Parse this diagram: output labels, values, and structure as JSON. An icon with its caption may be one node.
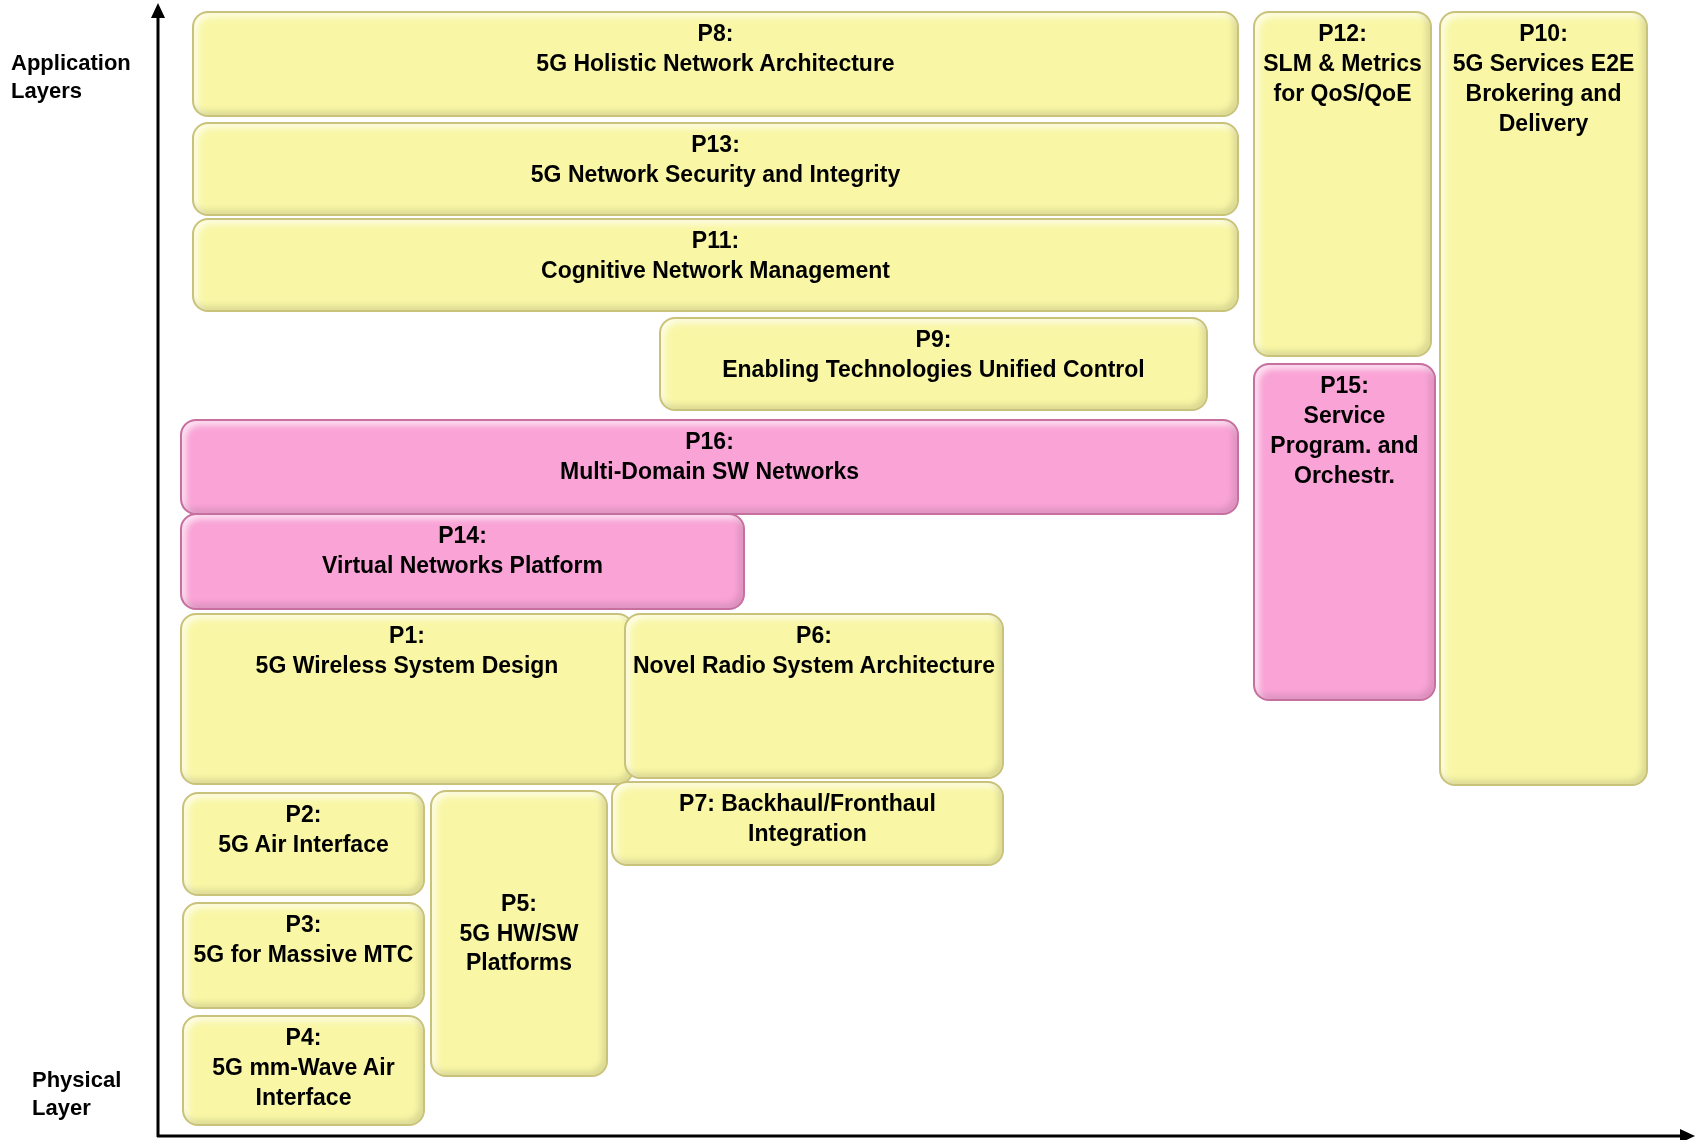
{
  "diagram": {
    "nodes": [
      {
        "text": [
          "P8:",
          "5G Holistic Network Architecture"
        ]
      },
      {
        "text": [
          "P12:",
          "SLM & Metrics for QoS/QoE"
        ]
      },
      {
        "text": [
          "P10:",
          "5G Services E2E Brokering and Delivery"
        ]
      },
      {
        "text": [
          "P13:",
          "5G Network Security and Integrity"
        ]
      },
      {
        "text": [
          "P11:",
          "Cognitive Network Management"
        ]
      },
      {
        "text": [
          "P9:",
          "Enabling Technologies Unified Control"
        ]
      },
      {
        "text": [
          "P15:",
          "Service Program. and Orchestr."
        ]
      },
      {
        "text": [
          "P16:",
          "Multi-Domain SW Networks"
        ]
      },
      {
        "text": [
          "P14:",
          "Virtual Networks Platform"
        ]
      },
      {
        "text": [
          "P1:",
          "5G Wireless System Design"
        ]
      },
      {
        "text": [
          "P6:",
          "Novel Radio System Architecture"
        ]
      },
      {
        "text": [
          "P7:  Backhaul/Fronthaul Integration"
        ]
      },
      {
        "text": [
          "P2:",
          "5G Air Interface"
        ]
      },
      {
        "text": [
          "P5:",
          "5G HW/SW Platforms"
        ]
      },
      {
        "text": [
          "P3:",
          "5G for Massive MTC"
        ]
      },
      {
        "text": [
          "P4:",
          "5G mm-Wave Air Interface"
        ]
      }
    ],
    "edges": [],
    "labels": [
      "Application Layers",
      "Physical Layer"
    ]
  }
}
